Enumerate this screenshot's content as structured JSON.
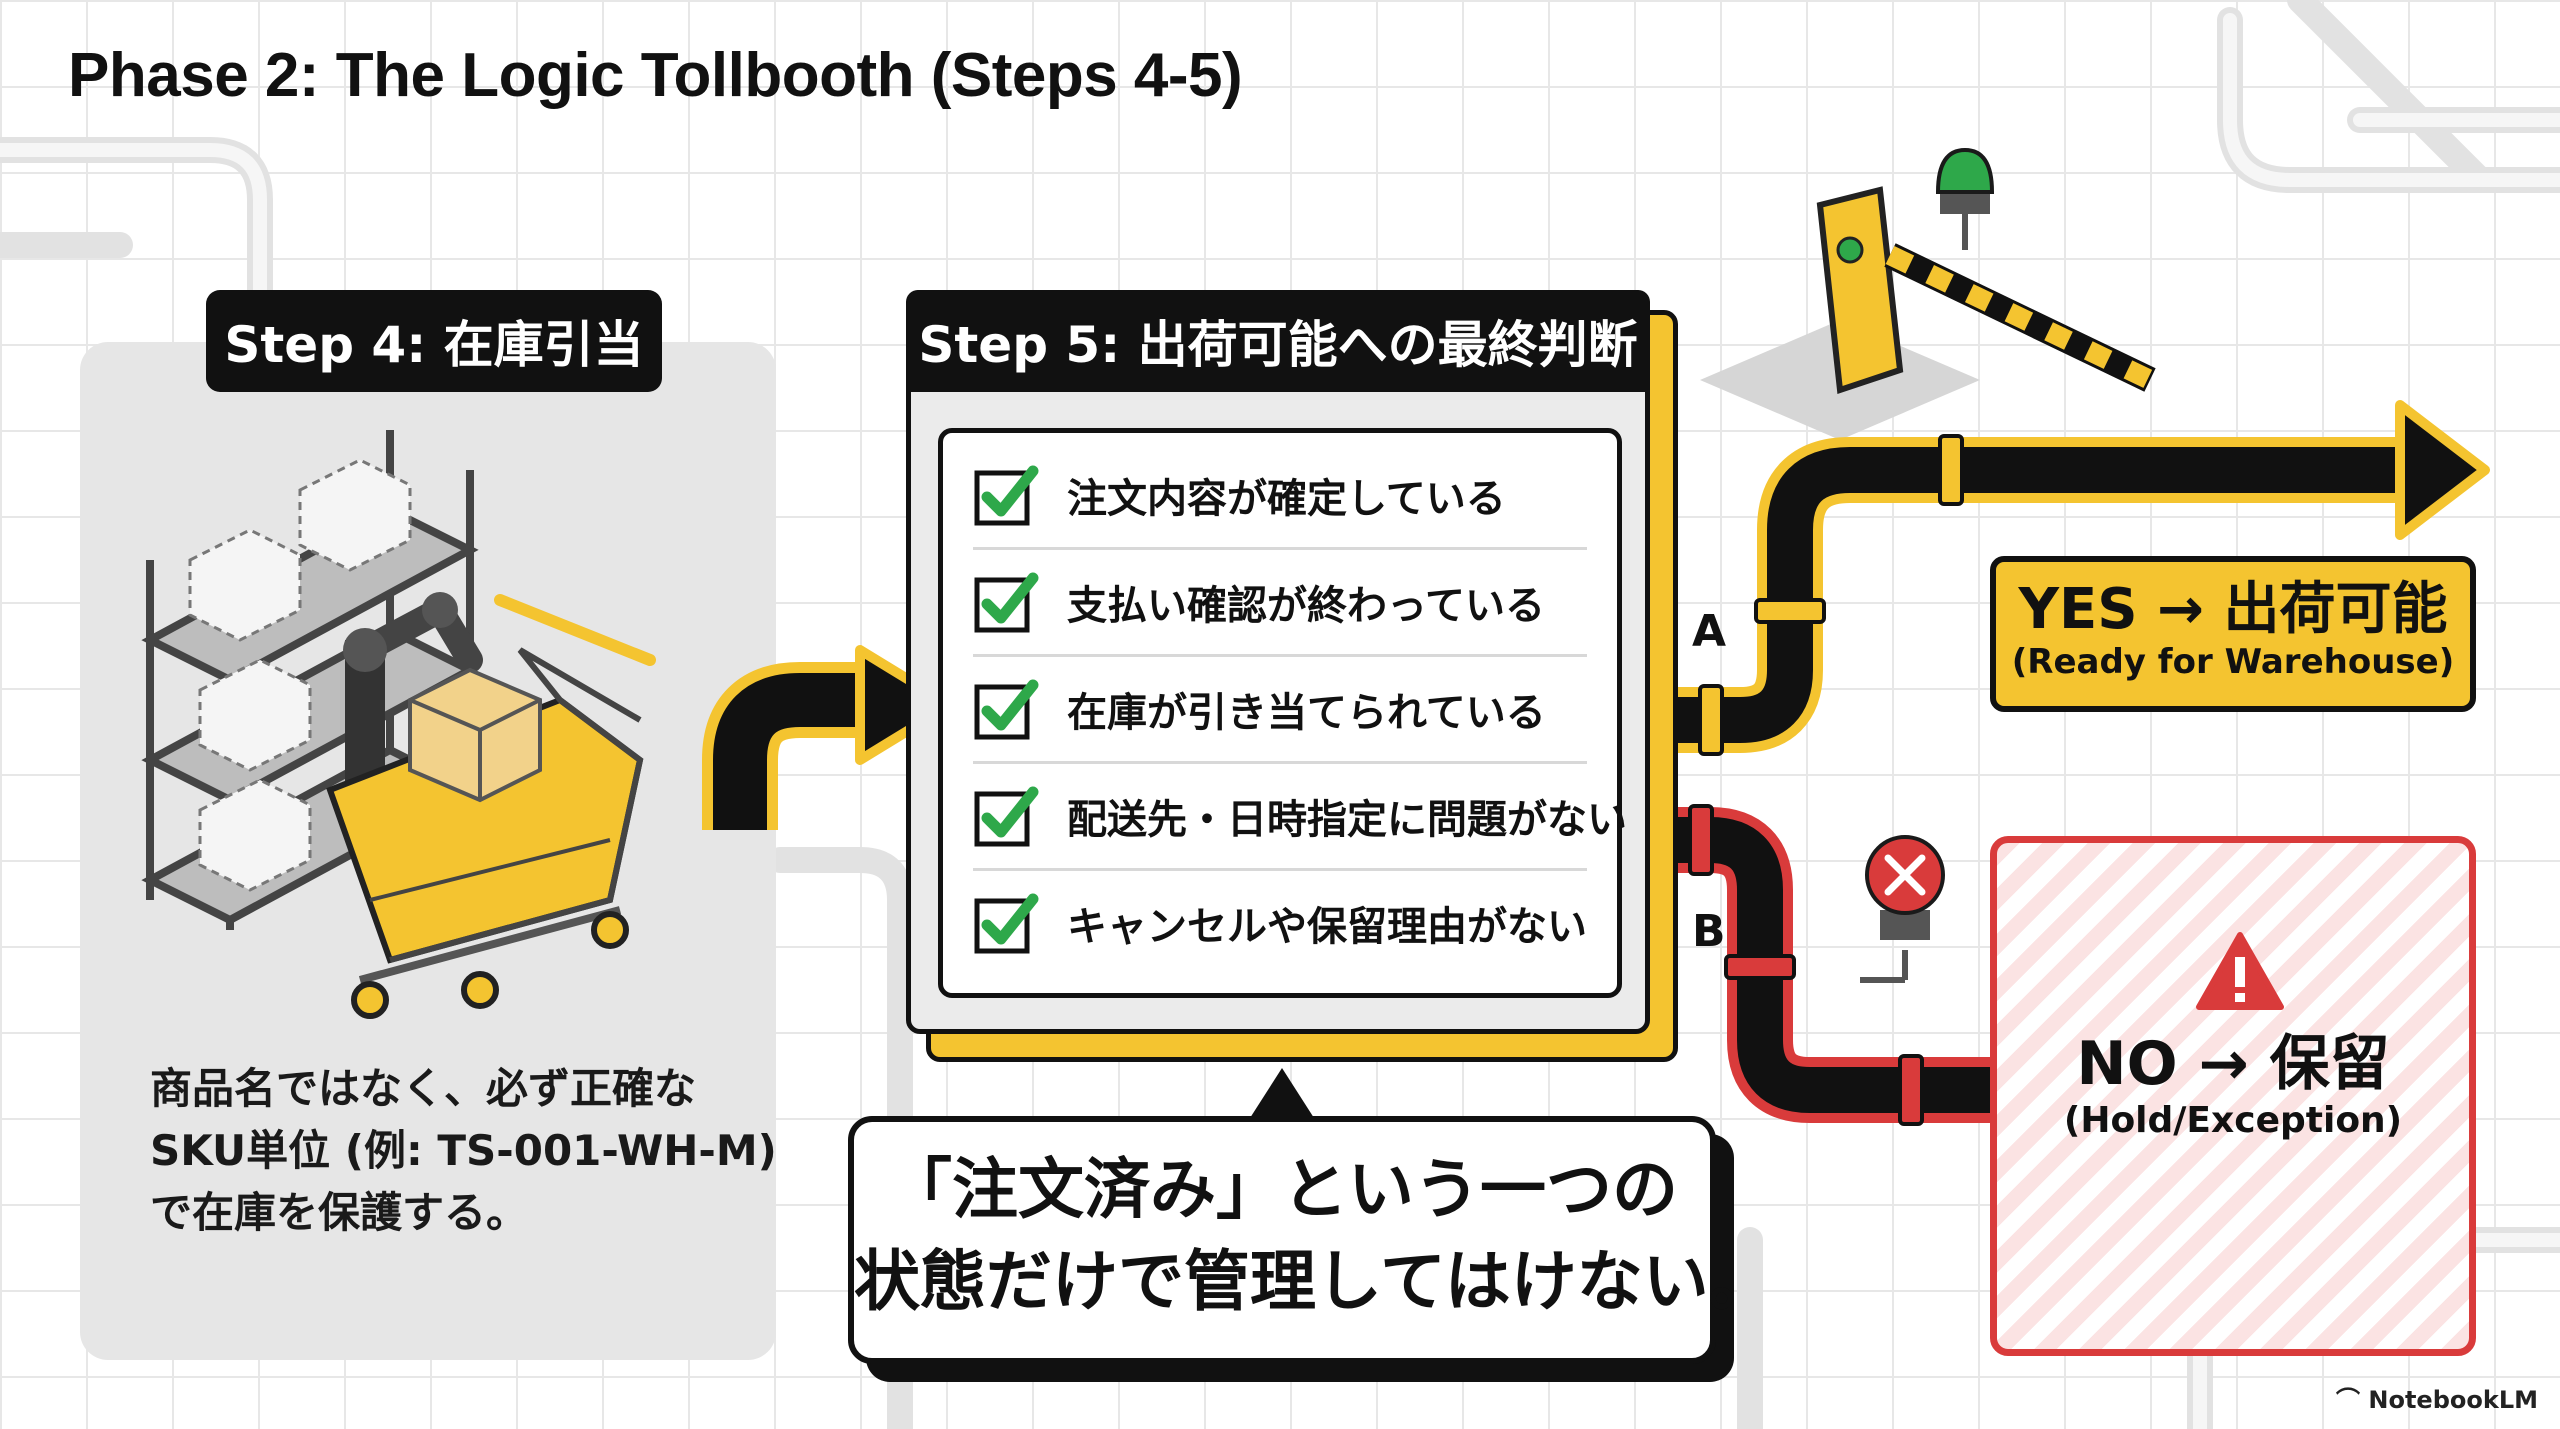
{
  "title": "Phase 2: The Logic Tollbooth (Steps 4-5)",
  "step4": {
    "header": "Step 4: 在庫引当",
    "description_lines": [
      "商品名ではなく、必ず正確な",
      "SKU単位 (例: TS-001-WH-M)",
      "で在庫を保護する。"
    ]
  },
  "step5": {
    "header": "Step 5: 出荷可能への最終判断",
    "checklist": [
      "注文内容が確定している",
      "支払い確認が終わっている",
      "在庫が引き当てられている",
      "配送先・日時指定に問題がない",
      "キャンセルや保留理由がない"
    ]
  },
  "branches": {
    "a_label": "A",
    "b_label": "B",
    "yes_main": "YES → 出荷可能",
    "yes_sub": "(Ready for Warehouse)",
    "no_main": "NO → 保留",
    "no_sub": "(Hold/Exception)"
  },
  "callout": {
    "lines": [
      "「注文済み」という一つの",
      "状態だけで管理してはけない。"
    ]
  },
  "brand": "NotebookLM",
  "colors": {
    "yellow": "#f4c430",
    "red": "#d93b3b",
    "green": "#2ea84a",
    "black": "#111111",
    "panel_gray": "#e6e6e6"
  },
  "icons": [
    "check-icon",
    "warning-icon",
    "red-x-light-icon",
    "green-light-icon",
    "toll-gate-icon",
    "shopping-cart-icon",
    "shelf-icon",
    "robot-arm-icon",
    "box-icon"
  ]
}
